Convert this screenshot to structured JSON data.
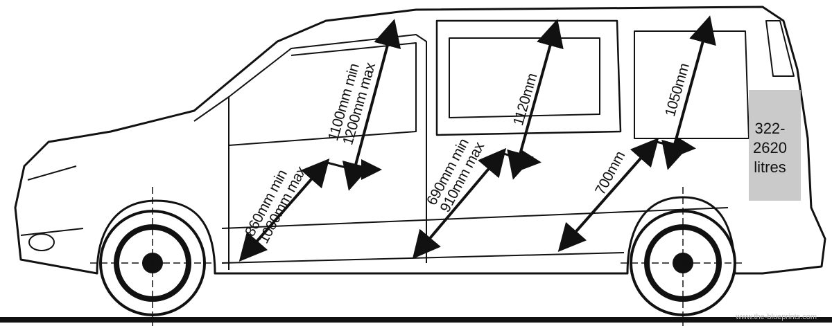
{
  "labels": {
    "front_headroom": [
      "1100mm min",
      "1200mm max"
    ],
    "second_row_headroom": "1120mm",
    "third_row_headroom": "1050mm",
    "front_legroom": [
      "860mm min",
      "1080mm max"
    ],
    "second_row_legroom": [
      "690mm min",
      "910mm max"
    ],
    "third_row_legroom": "700mm",
    "cargo_volume": [
      "322-",
      "2620",
      "litres"
    ]
  },
  "watermark": "www.the-blueprints.com"
}
